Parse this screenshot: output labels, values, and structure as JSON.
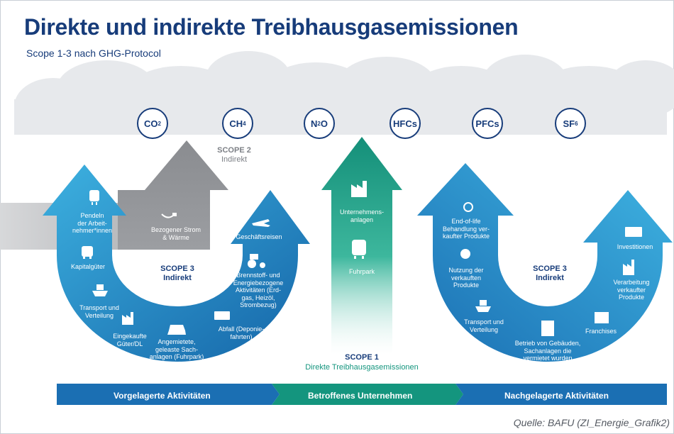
{
  "title": "Direkte und indirekte Treibhausgasemissionen",
  "subtitle": "Scope 1-3 nach GHG-Protocol",
  "gases": [
    {
      "base": "CO",
      "sub": "2"
    },
    {
      "base": "CH",
      "sub": "4"
    },
    {
      "base": "N",
      "sub": "2",
      "tail": "O"
    },
    {
      "base": "HFCs",
      "sub": ""
    },
    {
      "base": "PFCs",
      "sub": ""
    },
    {
      "base": "SF",
      "sub": "6"
    }
  ],
  "scope2": {
    "title": "SCOPE 2",
    "subtitle": "Indirekt",
    "item": "Bezogener Strom\n& Wärme"
  },
  "scope1": {
    "title": "SCOPE 1",
    "subtitle": "Direkte Treibhausgasemissionen",
    "items": [
      "Unternehmens-\nanlagen",
      "Fuhrpark"
    ]
  },
  "scope3_upstream": {
    "title": "SCOPE 3",
    "subtitle": "Indirekt",
    "items": [
      "Pendeln\nder Arbeit-\nnehmer*innen",
      "Kapitalgüter",
      "Transport und\nVerteilung",
      "Eingekaufte\nGüter/DL",
      "Angemietete,\ngeleaste Sach-\nanlagen (Fuhrpark)",
      "Abfall (Deponie-\nfahrten)",
      "Brennstoff- und\nEnergiebezogene\nAktivitäten (Erd-\ngas, Heizöl,\nStrombezug)",
      "Geschäftsreisen"
    ]
  },
  "scope3_downstream": {
    "title": "SCOPE 3",
    "subtitle": "Indirekt",
    "items": [
      "End-of-life\nBehandlung ver-\nkaufter Produkte",
      "Nutzung der\nverkauften\nProdukte",
      "Transport und\nVerteilung",
      "Betrieb von Gebäuden,\nSachanlagen die\nvermietet wurden",
      "Franchises",
      "Verarbeitung\nverkaufter\nProdukte",
      "Investitionen"
    ]
  },
  "bottom_bar": [
    "Vorgelagerte Aktivitäten",
    "Betroffenes Unternehmen",
    "Nachgelagerte Aktivitäten"
  ],
  "source": "Quelle: BAFU (ZI_Energie_Grafik2)",
  "colors": {
    "navy": "#173c7a",
    "blue": "#1a6fb0",
    "blue_light": "#34a6d8",
    "teal": "#14957e",
    "teal_light": "#8ed6c4",
    "grey": "#8c8f94"
  }
}
